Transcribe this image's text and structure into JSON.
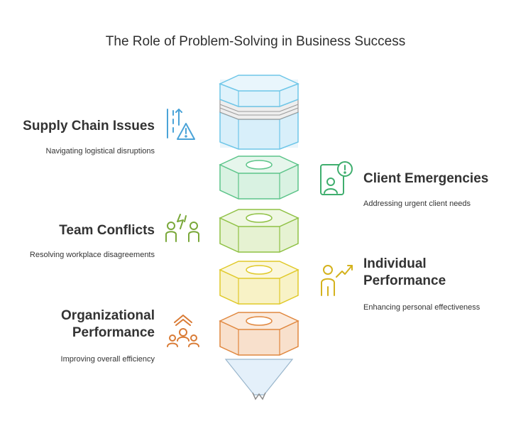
{
  "title": "The Role of Problem-Solving in Business Success",
  "colors": {
    "top": "#6ec6e8",
    "green": "#5cc489",
    "lime": "#8fc144",
    "yellow": "#e0c929",
    "orange": "#e0873e",
    "gray": "#8a8a8a"
  },
  "items": [
    {
      "title": "Supply Chain Issues",
      "desc": "Navigating logistical disruptions",
      "icon": "road-warning-icon",
      "color": "#4aa3d8"
    },
    {
      "title": "Client Emergencies",
      "desc": "Addressing urgent client needs",
      "icon": "client-alert-icon",
      "color": "#3fae6e"
    },
    {
      "title": "Team Conflicts",
      "desc": "Resolving workplace disagreements",
      "icon": "team-conflict-icon",
      "color": "#7aa83a"
    },
    {
      "title": "Individual Performance",
      "title_line1": "Individual",
      "title_line2": "Performance",
      "desc": "Enhancing personal effectiveness",
      "icon": "person-growth-icon",
      "color": "#d4b21d"
    },
    {
      "title": "Organizational Performance",
      "title_line1": "Organizational",
      "title_line2": "Performance",
      "desc": "Improving overall efficiency",
      "icon": "group-growth-icon",
      "color": "#d97b35"
    }
  ]
}
